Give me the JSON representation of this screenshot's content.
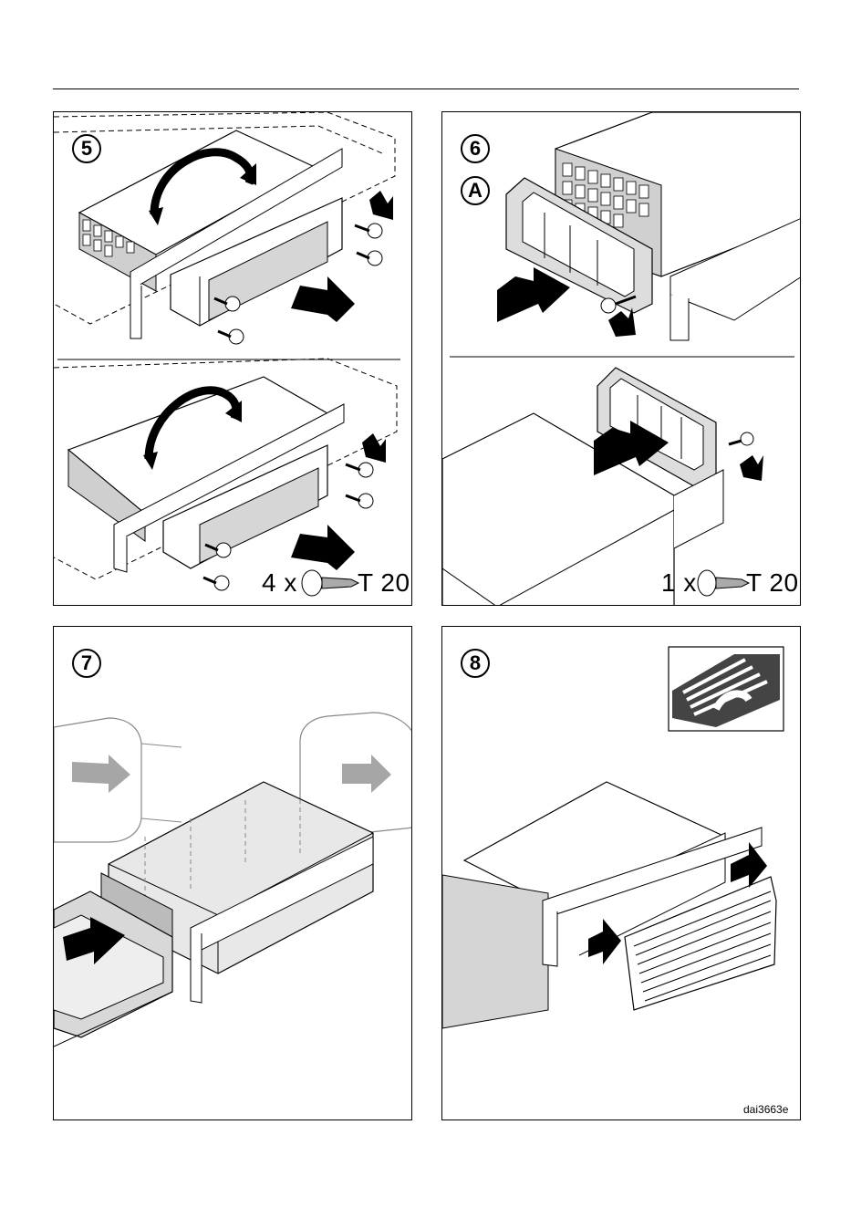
{
  "steps": {
    "s5": "5",
    "s6": "6",
    "s6_sub": "A",
    "s7": "7",
    "s8": "8"
  },
  "screws": {
    "left_count": "4 x",
    "left_type": "T 20",
    "right_count": "1 x",
    "right_type": "T 20"
  },
  "ref_code": "dai3663e",
  "icons": [
    "screw-icon",
    "arrow-icon",
    "rotate-arrow-icon"
  ],
  "colors": {
    "line": "#000000",
    "shade": "#b9b9b9",
    "light": "#e6e6e6",
    "arrow": "#000000",
    "ghost_arrow": "#a6a6a6"
  }
}
